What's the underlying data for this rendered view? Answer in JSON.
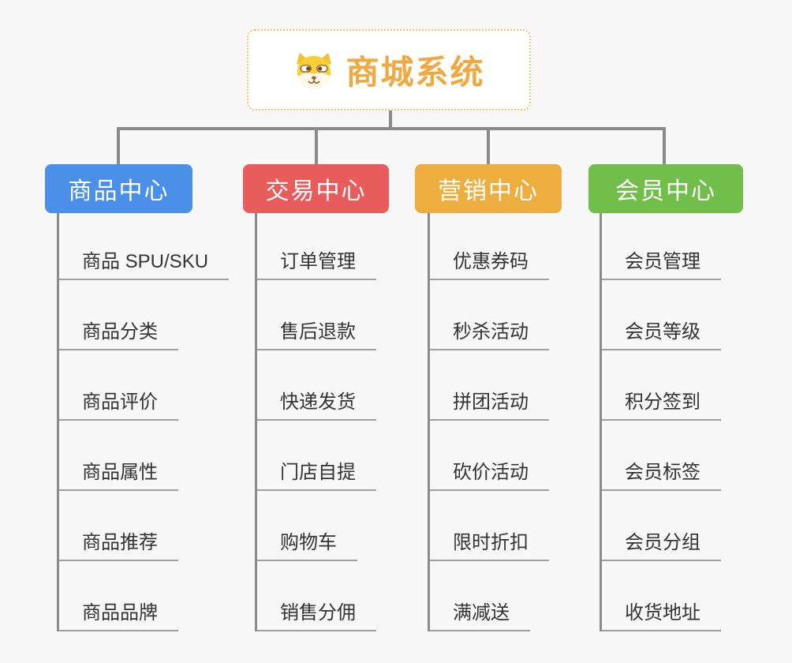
{
  "root": {
    "title": "商城系统",
    "icon": "doge-icon"
  },
  "branches": [
    {
      "label": "商品中心",
      "color": "#4a90e8",
      "children": [
        "商品 SPU/SKU",
        "商品分类",
        "商品评价",
        "商品属性",
        "商品推荐",
        "商品品牌"
      ]
    },
    {
      "label": "交易中心",
      "color": "#e85c5c",
      "children": [
        "订单管理",
        "售后退款",
        "快递发货",
        "门店自提",
        "购物车",
        "销售分佣"
      ]
    },
    {
      "label": "营销中心",
      "color": "#edad3f",
      "children": [
        "优惠券码",
        "秒杀活动",
        "拼团活动",
        "砍价活动",
        "限时折扣",
        "满减送"
      ]
    },
    {
      "label": "会员中心",
      "color": "#72be4a",
      "children": [
        "会员管理",
        "会员等级",
        "积分签到",
        "会员标签",
        "会员分组",
        "收货地址"
      ]
    }
  ],
  "colors": {
    "background": "#f7f7f7",
    "connector": "#8a8a8a",
    "leaf_underline": "#9e9e9e",
    "root_text": "#f0a843",
    "root_border": "#f2c36b",
    "leaf_text": "#333333"
  }
}
